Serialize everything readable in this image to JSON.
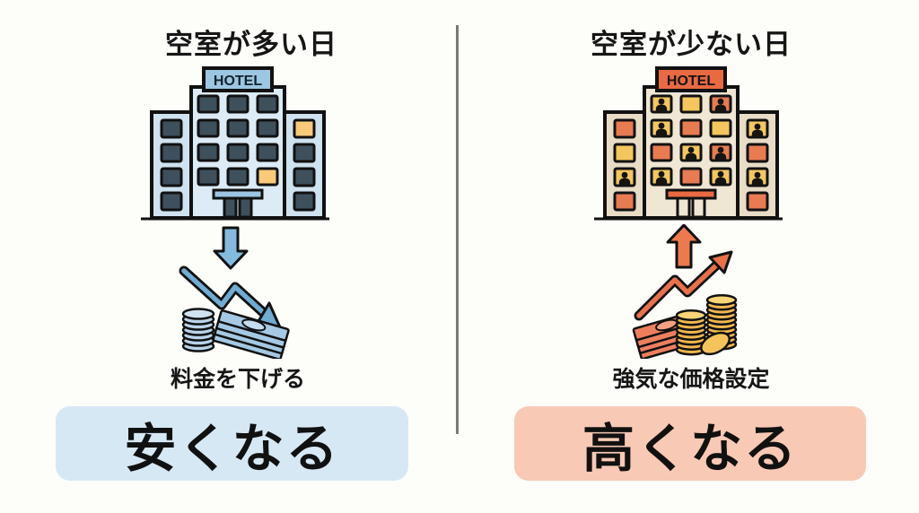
{
  "page": {
    "background": "#fdfdfa",
    "divider_color": "#7a7a7a"
  },
  "left": {
    "title": "空室が多い日",
    "hotel_sign": "HOTEL",
    "caption": "料金を下げる",
    "banner_label": "安くなる",
    "icons": [
      "hotel-building-icon",
      "down-arrow-icon",
      "declining-chart-arrow-icon",
      "coins-icon",
      "banknotes-icon"
    ],
    "colors": {
      "building": "#dcebf5",
      "wing": "#cfe2ef",
      "sign_bg": "#9cc6e2",
      "window_dark": "#3e505c",
      "window_lit": "#f9ca7a",
      "arrow": "#84bade",
      "money": "#a8cbe5",
      "banner_bg": "#d7e8f5"
    }
  },
  "right": {
    "title": "空室が少ない日",
    "hotel_sign": "HOTEL",
    "caption": "強気な価格設定",
    "banner_label": "高くなる",
    "icons": [
      "hotel-building-icon",
      "up-arrow-icon",
      "rising-chart-arrow-icon",
      "coins-icon",
      "banknotes-icon"
    ],
    "colors": {
      "building": "#f0e6d4",
      "wing": "#e9dcc6",
      "sign_bg": "#e96a42",
      "window_yellow": "#f4c65e",
      "window_orange": "#e87b52",
      "arrow": "#ec7a4e",
      "coin": "#f2b84e",
      "bill": "#ee7f5e",
      "banner_bg": "#f8c9b4"
    }
  }
}
